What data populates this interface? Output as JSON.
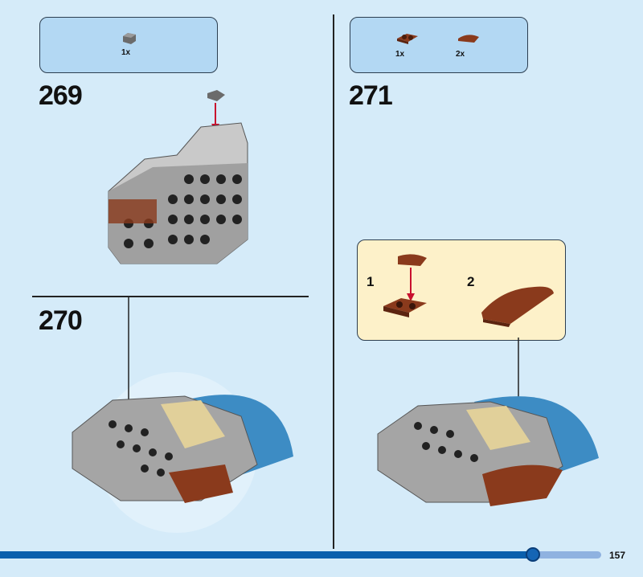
{
  "steps": [
    {
      "number": "269",
      "parts": [
        {
          "qty": "1x",
          "color": "#6b6b6b"
        }
      ]
    },
    {
      "number": "270"
    },
    {
      "number": "271",
      "parts": [
        {
          "qty": "1x",
          "color": "#8a3a1c"
        },
        {
          "qty": "2x",
          "color": "#8a3a1c"
        }
      ],
      "substeps": [
        "1",
        "2"
      ]
    }
  ],
  "footer": {
    "page_number": "157",
    "progress": 0.886
  },
  "colors": {
    "background": "#d5ebf9",
    "parts_box": "#b3d8f3",
    "callout": "#fdf1c9",
    "progress": "#0a5fad"
  }
}
